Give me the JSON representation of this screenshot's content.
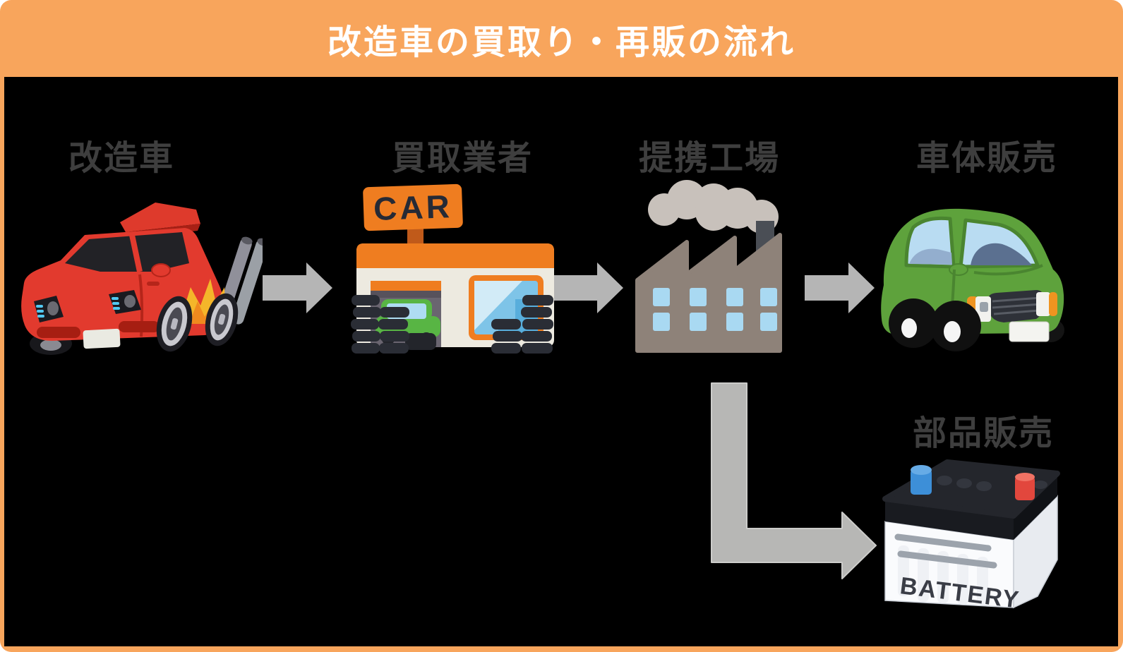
{
  "header": {
    "title": "改造車の買取り・再販の流れ"
  },
  "stages": [
    {
      "id": "modified-car",
      "label": "改造車",
      "icon": "red-tuned-car-icon"
    },
    {
      "id": "buyer",
      "label": "買取業者",
      "icon": "car-shop-icon"
    },
    {
      "id": "factory",
      "label": "提携工場",
      "icon": "factory-smoke-icon"
    },
    {
      "id": "body-sales",
      "label": "車体販売",
      "icon": "green-car-icon"
    },
    {
      "id": "parts-sales",
      "label": "部品販売",
      "icon": "car-battery-icon"
    }
  ],
  "illustration_text": {
    "shop_sign": "CAR",
    "battery_label": "BATTERY"
  },
  "flow_arrows": [
    "right",
    "right",
    "right",
    "down-then-right-branch"
  ],
  "colors": {
    "frame_orange": "#F8A55C",
    "title_text": "#FFFFFF",
    "background": "#000000",
    "label_text": "#3E3E3E",
    "arrow_gray": "#B5B5B5",
    "sign_orange": "#EF7D20",
    "car_red": "#E23A2E",
    "car_green": "#5EA23C",
    "factory_taupe": "#8E8279"
  }
}
